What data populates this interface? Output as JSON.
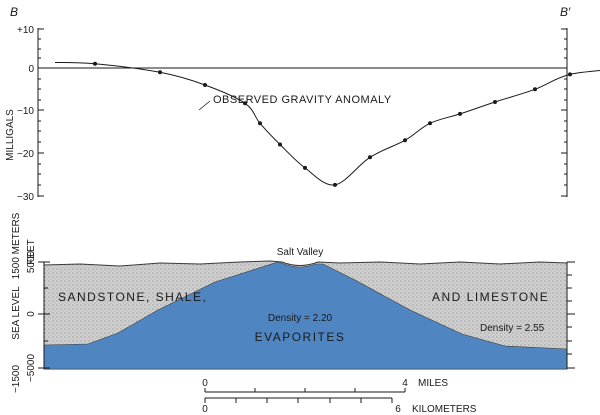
{
  "profile": {
    "left_end": "B",
    "right_end": "B′"
  },
  "gravity_panel": {
    "ylabel": "MILLIGALS",
    "ytick_labels": [
      "+10",
      "0",
      "−10",
      "−20",
      "−30"
    ],
    "curve_label": "OBSERVED GRAVITY ANOMALY"
  },
  "chart_data": {
    "type": "line",
    "title": "",
    "xlabel": "",
    "ylabel": "MILLIGALS",
    "ylim": [
      -30,
      10
    ],
    "xlim_miles": [
      -3,
      8.3
    ],
    "series": [
      {
        "name": "OBSERVED GRAVITY ANOMALY",
        "x_miles": [
          -2.2,
          -0.9,
          0.0,
          0.8,
          1.1,
          1.5,
          2.0,
          2.6,
          3.3,
          4.0,
          4.5,
          5.1,
          5.8,
          6.6,
          7.3
        ],
        "y_mgal": [
          1,
          -1,
          -4,
          -8.3,
          -13,
          -18,
          -23.5,
          -27.5,
          -21,
          -17,
          -13,
          -10.8,
          -8,
          -5,
          -1.5
        ]
      }
    ],
    "grid": false
  },
  "section_panel": {
    "feature_label": "Salt Valley",
    "left_axis_title_meters": "1500 METERS",
    "left_axis_title_feet": "FEET",
    "sea_level_label": "SEA LEVEL",
    "left_axis_bottom_meters": "−1500",
    "feet_ticks": [
      "5000",
      "0",
      "−5000"
    ],
    "upper_rock_left": "SANDSTONE, SHALE,",
    "upper_rock_right": "AND LIMESTONE",
    "upper_density": "Density = 2.55",
    "lower_rock": "EVAPORITES",
    "lower_density": "Density = 2.20",
    "colors": {
      "evaporites": "#4f86c2",
      "sedimentary_rock": "#c9c9c9",
      "ink": "#1a1a1a"
    }
  },
  "scale_bars": {
    "miles": {
      "start": "0",
      "end": "4",
      "unit": "MILES"
    },
    "kilometers": {
      "start": "0",
      "end": "6",
      "unit": "KILOMETERS"
    }
  }
}
